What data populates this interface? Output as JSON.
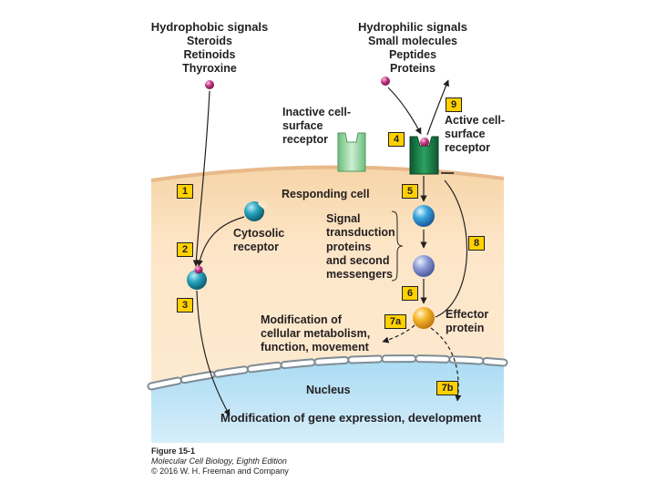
{
  "hydrophobic": {
    "title": "Hydrophobic signals",
    "items": [
      "Steroids",
      "Retinoids",
      "Thyroxine"
    ]
  },
  "hydrophilic": {
    "title": "Hydrophilic signals",
    "items": [
      "Small molecules",
      "Peptides",
      "Proteins"
    ]
  },
  "labels": {
    "inactive_receptor": [
      "Inactive cell-",
      "surface",
      "receptor"
    ],
    "active_receptor": [
      "Active cell-",
      "surface",
      "receptor"
    ],
    "responding_cell": "Responding cell",
    "cytosolic_receptor": [
      "Cytosolic",
      "receptor"
    ],
    "signal_transduction": [
      "Signal",
      "transduction",
      "proteins",
      "and second",
      "messengers"
    ],
    "effector_protein": [
      "Effector",
      "protein"
    ],
    "modification_metabolism": [
      "Modification of",
      "cellular metabolism,",
      "function, movement"
    ],
    "nucleus": "Nucleus",
    "gene_expression": "Modification of gene expression, development"
  },
  "steps": {
    "s1": "1",
    "s2": "2",
    "s3": "3",
    "s4": "4",
    "s5": "5",
    "s6": "6",
    "s7a": "7a",
    "s7b": "7b",
    "s8": "8",
    "s9": "9"
  },
  "caption": {
    "figure": "Figure 15-1",
    "book": "Molecular Cell Biology, Eighth Edition",
    "copyright": "© 2016 W. H. Freeman and Company"
  },
  "colors": {
    "cytoplasm": "#fde6c8",
    "nucleus": "#bfe3f6",
    "inactive_receptor": "#9fd6a8",
    "active_receptor": "#1e7a45",
    "cytosolic_receptor": "#1a8fa8",
    "transduction_protein": "#8fa8dc",
    "effector_protein": "#f5b52a",
    "signal_molecule": "#c2307e",
    "step_badge": "#ffd100"
  }
}
